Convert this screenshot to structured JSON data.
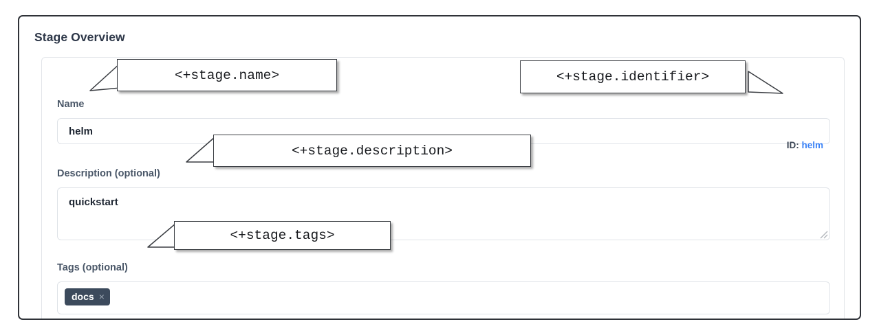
{
  "panel": {
    "title": "Stage Overview"
  },
  "form": {
    "name": {
      "label": "Name",
      "value": "helm",
      "placeholder": ""
    },
    "description": {
      "label": "Description (optional)",
      "value": "quickstart",
      "placeholder": ""
    },
    "tags": {
      "label": "Tags (optional)",
      "chips": [
        {
          "label": "docs",
          "remove_icon": "×"
        }
      ]
    },
    "identifier": {
      "prefix": "ID:",
      "value": "helm"
    }
  },
  "callouts": [
    {
      "id": "name",
      "text": "<+stage.name>"
    },
    {
      "id": "identifier",
      "text": "<+stage.identifier>"
    },
    {
      "id": "description",
      "text": "<+stage.description>"
    },
    {
      "id": "tags",
      "text": "<+stage.tags>"
    }
  ],
  "colors": {
    "panel_border": "#2f3238",
    "label": "#4a5768",
    "id_link": "#3b82f6",
    "tag_chip_bg": "#3c4a5c",
    "input_border": "#dfe3e8"
  }
}
